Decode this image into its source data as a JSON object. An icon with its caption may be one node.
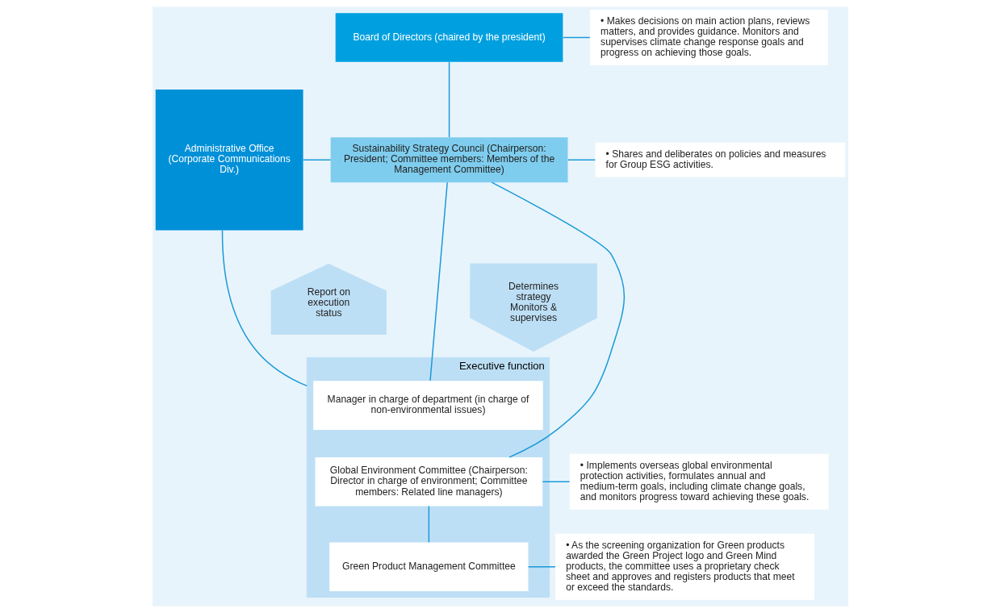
{
  "diagram": {
    "nodes": [
      {
        "text": [
          "Board of Directors (chaired by the president)"
        ]
      },
      {
        "text": [
          "• Makes decisions on main action plans, reviews matters, and provides guidance. Monitors and supervises climate change response goals and progress on achieving those goals."
        ]
      },
      {
        "text": [
          "Sustainability Strategy Council (Chairperson: President; Committee members: Members of the Management Committee)"
        ]
      },
      {
        "text": [
          "• Shares and deliberates on policies and measures for Group ESG activities."
        ]
      },
      {
        "text": [
          "Administrative Office (Corporate Communications Div.)"
        ]
      },
      {
        "text": [
          "Determines strategy Monitors & supervises"
        ]
      },
      {
        "text": [
          "Report on execution status"
        ]
      },
      {
        "text": [
          "Executive function"
        ]
      },
      {
        "text": [
          "Manager in charge of department (in charge of non-environmental issues)"
        ],
        "in": 7
      },
      {
        "text": [
          "Global Environment Committee (Chairperson: Director in charge of environment; Committee members: Related line managers)"
        ],
        "in": 7
      },
      {
        "text": [
          "• Implements overseas global environmental protection activities, formulates annual and medium-term goals, including climate change goals, and monitors progress toward achieving these goals."
        ]
      },
      {
        "text": [
          "Green Product Management Committee"
        ],
        "in": 7
      },
      {
        "text": [
          "• As the screening organization for Green products awarded the Green Project logo and Green Mind products, the committee uses a proprietary check sheet and approves and registers products that meet or exceed the standards."
        ]
      }
    ],
    "edges": [
      {
        "from": 0,
        "to": 2,
        "arrow": "none"
      },
      {
        "from": 0,
        "to": 1,
        "arrow": "none"
      },
      {
        "from": 2,
        "to": 3,
        "arrow": "none"
      },
      {
        "from": 4,
        "to": 2,
        "arrow": "none"
      },
      {
        "from": 4,
        "to": 7,
        "arrow": "none"
      },
      {
        "from": 2,
        "to": 8,
        "arrow": "none"
      },
      {
        "from": 2,
        "to": 9,
        "arrow": "none"
      },
      {
        "from": 9,
        "to": 11,
        "arrow": "none"
      },
      {
        "from": 9,
        "to": 10,
        "arrow": "none"
      },
      {
        "from": 11,
        "to": 12,
        "arrow": "none"
      }
    ]
  }
}
